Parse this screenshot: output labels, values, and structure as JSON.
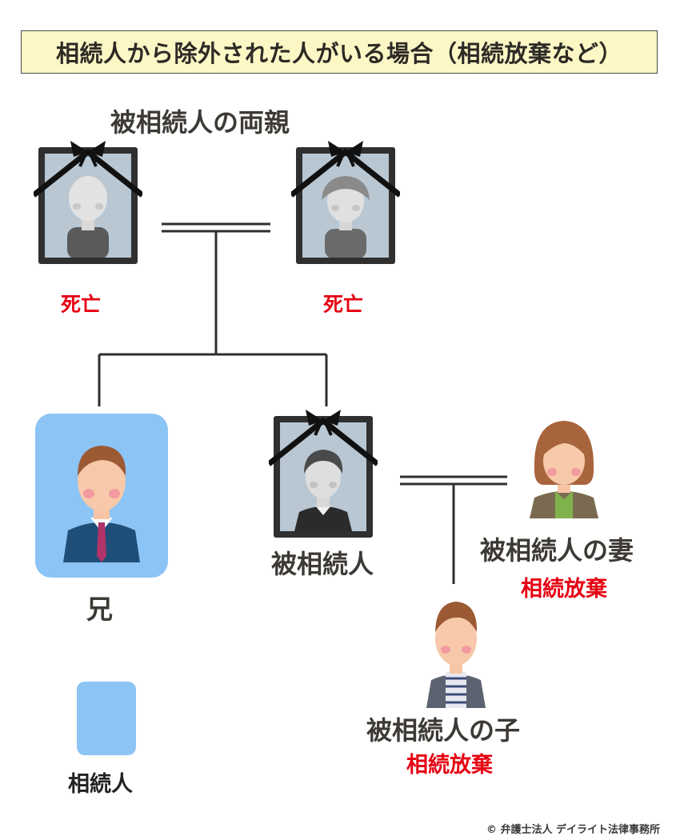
{
  "title": "相続人から除外された人がいる場合（相続放棄など）",
  "parents_label": "被相続人の両親",
  "father": {
    "status": "死亡"
  },
  "mother": {
    "status": "死亡"
  },
  "brother": {
    "label": "兄"
  },
  "deceased": {
    "label": "被相続人"
  },
  "wife": {
    "label": "被相続人の妻",
    "status": "相続放棄"
  },
  "child": {
    "label": "被相続人の子",
    "status": "相続放棄"
  },
  "legend": {
    "label": "相続人"
  },
  "credit": "© 弁護士法人 デイライト法律事務所",
  "colors": {
    "heir_highlight": "#8cc4f6",
    "status_red": "#e60012",
    "title_bg": "#fdf7c6",
    "line": "#2f2f2f"
  }
}
